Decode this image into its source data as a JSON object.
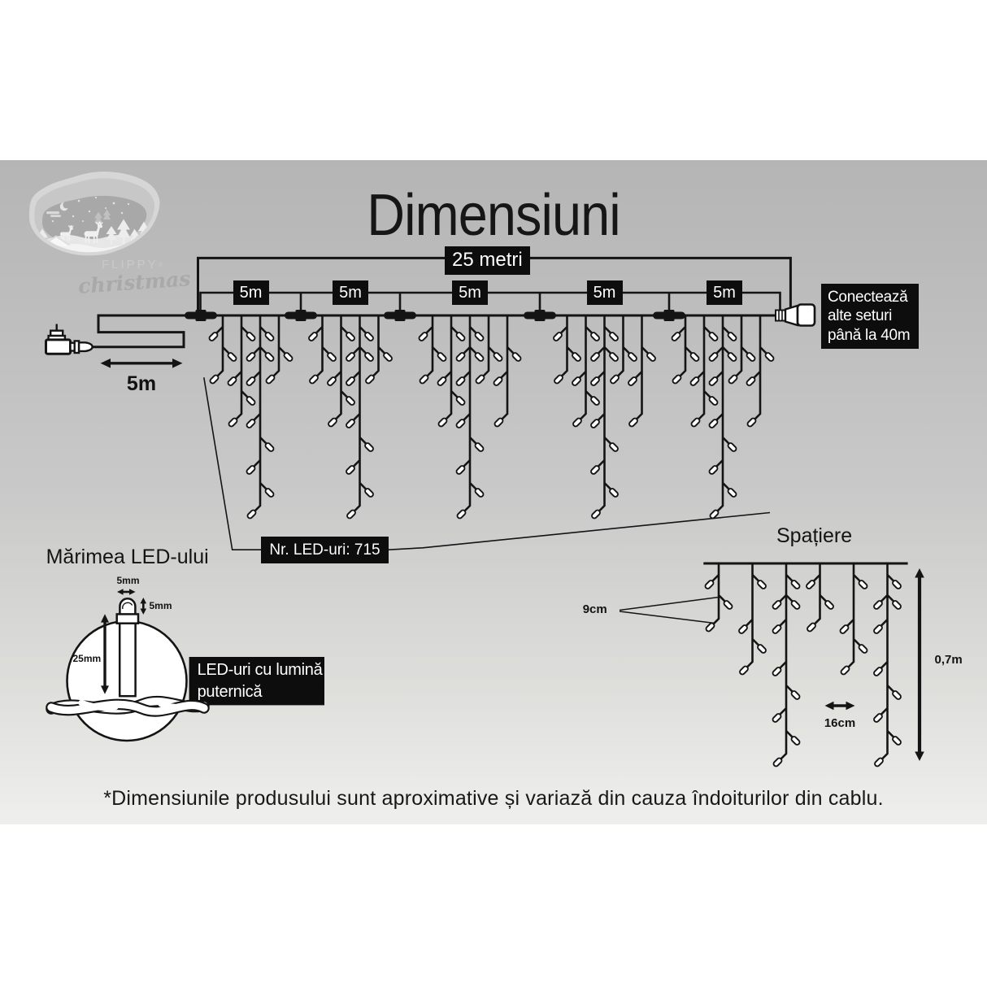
{
  "title": "Dimensiuni",
  "logo": {
    "brand": "FLIPPY",
    "registered": "®",
    "script": "christmas"
  },
  "main_diagram": {
    "total_length_label": "25 metri",
    "segments": [
      {
        "label": "5m"
      },
      {
        "label": "5m"
      },
      {
        "label": "5m"
      },
      {
        "label": "5m"
      },
      {
        "label": "5m"
      }
    ],
    "lead_length_label": "5m",
    "connect_note_lines": [
      "Conectează",
      "alte seturi",
      "până la 40m"
    ],
    "led_count_label": "Nr. LED-uri: 715"
  },
  "led_size": {
    "title": "Mărimea LED-ului",
    "width_label": "5mm",
    "height_label": "5mm",
    "length_label": "25mm",
    "note_lines": [
      "LED-uri cu lumină",
      "puternică"
    ]
  },
  "spacing": {
    "title": "Spațiere",
    "led_gap_label": "9cm",
    "drop_gap_label": "16cm",
    "curtain_height_label": "0,7m"
  },
  "footnote": "*Dimensiunile produsului sunt aproximative și variază din cauza îndoiturilor din cablu.",
  "colors": {
    "background": "#ffffff",
    "band_top": "#b5b5b5",
    "band_bottom": "#efefed",
    "ink": "#141414",
    "box_background": "#0d0d0d",
    "box_text": "#ffffff"
  }
}
